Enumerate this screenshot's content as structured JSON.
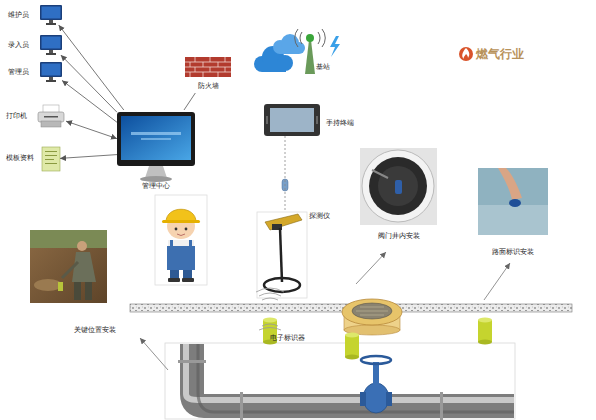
{
  "diagram": {
    "nodes": [
      {
        "text": [
          "维护员"
        ]
      },
      {
        "text": [
          "录入员"
        ]
      },
      {
        "text": [
          "管理员"
        ]
      },
      {
        "text": [
          "打印机"
        ]
      },
      {
        "text": [
          "模板资料"
        ]
      },
      {
        "text": [
          "管理中心"
        ]
      },
      {
        "text": [
          "防火墙"
        ]
      },
      {
        "text": [
          "基站"
        ]
      },
      {
        "text": [
          "手持终端"
        ]
      },
      {
        "text": [
          "探测仪"
        ]
      },
      {
        "text": [
          "阀门井内安装"
        ]
      },
      {
        "text": [
          "路面标识安装"
        ]
      },
      {
        "text": [
          "关键位置安装"
        ]
      }
    ],
    "edges": [
      {
        "from": 5,
        "to": 0,
        "arrow": "to"
      },
      {
        "from": 5,
        "to": 1,
        "arrow": "to"
      },
      {
        "from": 5,
        "to": 2,
        "arrow": "to"
      },
      {
        "from": 5,
        "to": 3,
        "arrow": "both"
      },
      {
        "from": 5,
        "to": 4,
        "arrow": "to"
      },
      {
        "from": 5,
        "to": 6,
        "arrow": "none"
      },
      {
        "from": 8,
        "to": 9,
        "arrow": "none"
      }
    ],
    "labels": [
      "燃气行业",
      "电子标识器"
    ]
  }
}
